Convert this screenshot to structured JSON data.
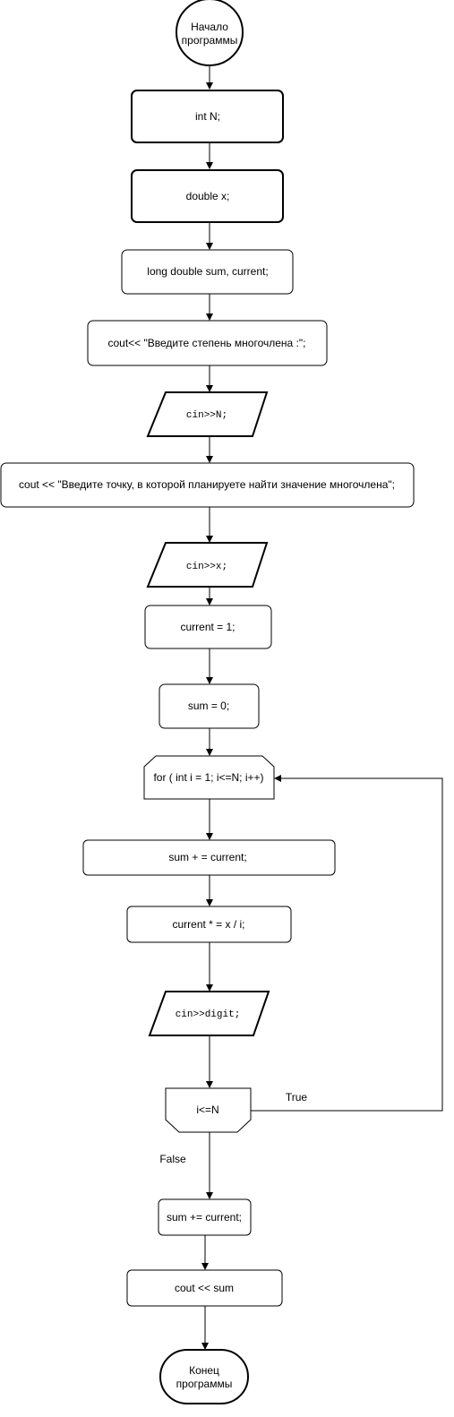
{
  "nodes": {
    "start": [
      "Начало",
      "программы"
    ],
    "decl_n": "int N;",
    "decl_x": "double x;",
    "decl_sum": "long double sum, current;",
    "prompt_degree": "cout<< \"Введите степень многочлена :\";",
    "input_n": "cin>>N;",
    "prompt_point": "cout << \"Введите точку, в которой планируете найти значение многочлена\";",
    "input_x": "cin>>x;",
    "init_current": "current = 1;",
    "init_sum": "sum = 0;",
    "loop": "for ( int i = 1; i<=N; i++)",
    "add_current": "sum + = current;",
    "update_current": "current * = x / i;",
    "input_digit": "cin>>digit;",
    "condition": "i<=N",
    "final_add": "sum += current;",
    "output_sum": "cout << sum",
    "end": [
      "Конец",
      "программы"
    ]
  },
  "edges": {
    "true_label": "True",
    "false_label": "False"
  }
}
